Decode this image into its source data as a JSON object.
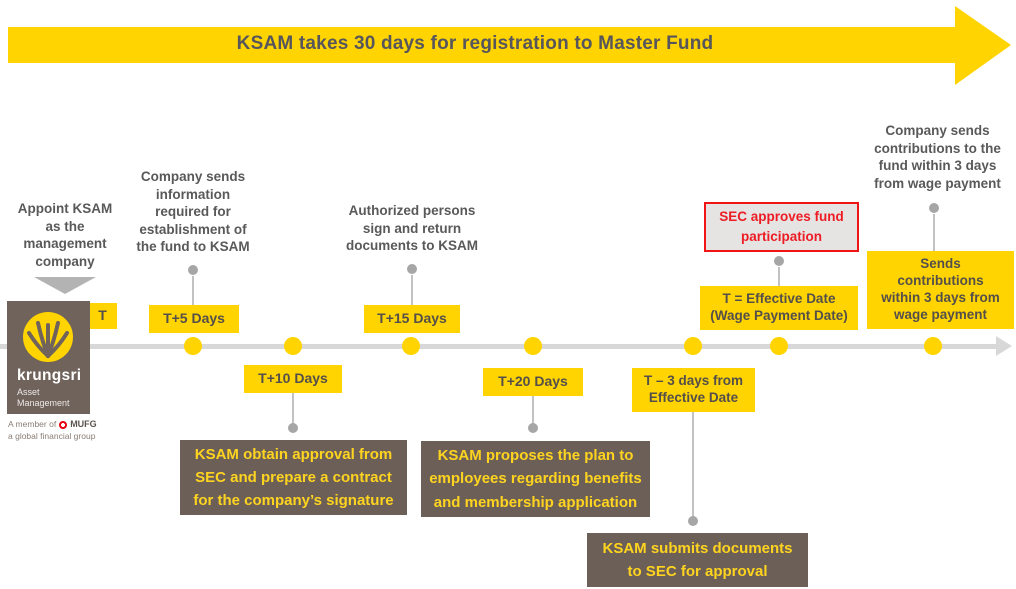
{
  "banner": {
    "title": "KSAM takes 30 days for registration to Master Fund"
  },
  "logo": {
    "brand": "krungsri",
    "subtitle_line1": "Asset",
    "subtitle_line2": "Management",
    "member_prefix": "A member of",
    "member_brand": "MUFG",
    "member_suffix": "a global financial group"
  },
  "annotations": {
    "appoint": "Appoint KSAM\nas the\nmanagement\ncompany",
    "company_info": "Company sends\ninformation\nrequired for\nestablishment of\nthe fund to KSAM",
    "authorized": "Authorized persons\nsign and return\ndocuments to KSAM",
    "company_contrib": "Company sends\ncontributions to the\nfund within 3 days\nfrom wage payment"
  },
  "milestones": {
    "t": "T",
    "t5": "T+5 Days",
    "t10": "T+10 Days",
    "t15": "T+15 Days",
    "t20": "T+20 Days",
    "t_minus_3": "T – 3 days from\nEffective Date",
    "t_effective": "T = Effective Date\n(Wage Payment Date)",
    "sends_contrib": "Sends\ncontributions\nwithin 3 days from\nwage payment"
  },
  "callouts": {
    "sec_approves": "SEC approves fund\nparticipation",
    "ksam_approval": "KSAM obtain approval from\nSEC and prepare a contract\nfor the company’s signature",
    "ksam_proposes": "KSAM proposes the plan to\nemployees regarding benefits\nand membership application",
    "ksam_submits": "KSAM submits documents\nto SEC for approval"
  },
  "colors": {
    "brand_yellow": "#FFD400",
    "callout_brown": "#6B5F57",
    "text_gray": "#595959",
    "timeline_gray": "#D8D8D8",
    "connector_gray": "#A6A6A6",
    "alert_red": "#ED1C24",
    "mufg_red": "#E60012"
  }
}
